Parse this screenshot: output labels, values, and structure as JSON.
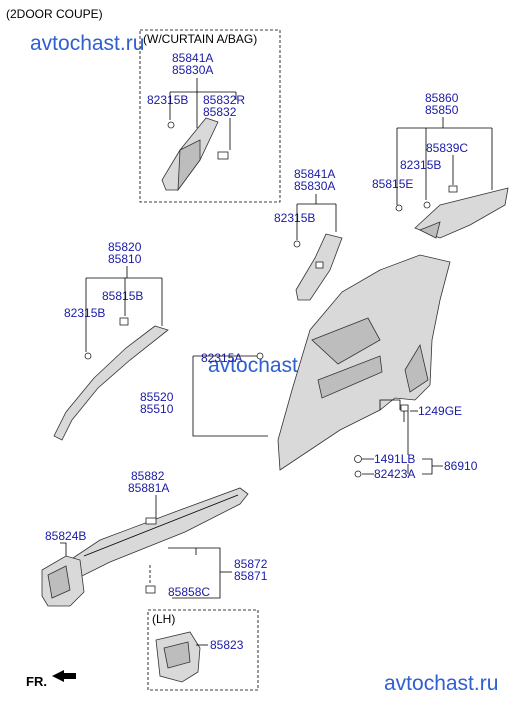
{
  "header": {
    "model": "(2DOOR COUPE)"
  },
  "watermarks": [
    "avtochast.ru",
    "avtochast.ru",
    "avtochast.ru"
  ],
  "boxes": {
    "curtain_airbag": "(W/CURTAIN A/BAG)",
    "lh": "(LH)"
  },
  "parts": {
    "p85841A_top": "85841A",
    "p85830A_top": "85830A",
    "p82315B_top": "82315B",
    "p85832R": "85832R",
    "p85832": "85832",
    "p85860": "85860",
    "p85850": "85850",
    "p85839C": "85839C",
    "p82315B_right": "82315B",
    "p85815E": "85815E",
    "p85841A_mid": "85841A",
    "p85830A_mid": "85830A",
    "p82315B_mid": "82315B",
    "p85820": "85820",
    "p85810": "85810",
    "p85815B": "85815B",
    "p82315B_left": "82315B",
    "p82315A": "82315A",
    "p85520": "85520",
    "p85510": "85510",
    "p1249GE": "1249GE",
    "p1491LB": "1491LB",
    "p86910": "86910",
    "p82423A": "82423A",
    "p85882": "85882",
    "p85881A": "85881A",
    "p85824B": "85824B",
    "p85872": "85872",
    "p85871": "85871",
    "p85858C": "85858C",
    "p85823": "85823"
  },
  "footer": {
    "direction": "FR."
  }
}
